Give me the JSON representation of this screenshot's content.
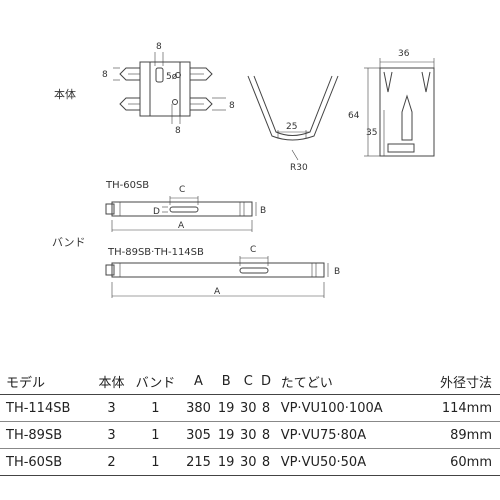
{
  "labels": {
    "body": "本体",
    "band": "バンド",
    "th60": "TH-60SB",
    "th89": "TH-89SB·TH-114SB"
  },
  "dims": {
    "top_a": "8",
    "left_a": "8",
    "hole": "5ø",
    "right_a": "8",
    "bottom_a": "8",
    "width_v": "25",
    "radius": "R30",
    "width_w": "36",
    "height_total": "64",
    "height_slot": "35",
    "b1_c": "C",
    "b1_d": "D",
    "b1_b": "B",
    "b1_a": "A",
    "b2_c": "C",
    "b2_b": "B",
    "b2_a": "A"
  },
  "table": {
    "headers": [
      "モデル",
      "本体",
      "バンド",
      "A",
      "B",
      "C",
      "D",
      "たてどい",
      "外径寸法"
    ],
    "rows": [
      [
        "TH-114SB",
        "3",
        "1",
        "380",
        "19",
        "30",
        "8",
        "VP·VU100·100A",
        "114mm"
      ],
      [
        "TH-89SB",
        "3",
        "1",
        "305",
        "19",
        "30",
        "8",
        "VP·VU75·80A",
        "89mm"
      ],
      [
        "TH-60SB",
        "2",
        "1",
        "215",
        "19",
        "30",
        "8",
        "VP·VU50·50A",
        "60mm"
      ]
    ]
  }
}
